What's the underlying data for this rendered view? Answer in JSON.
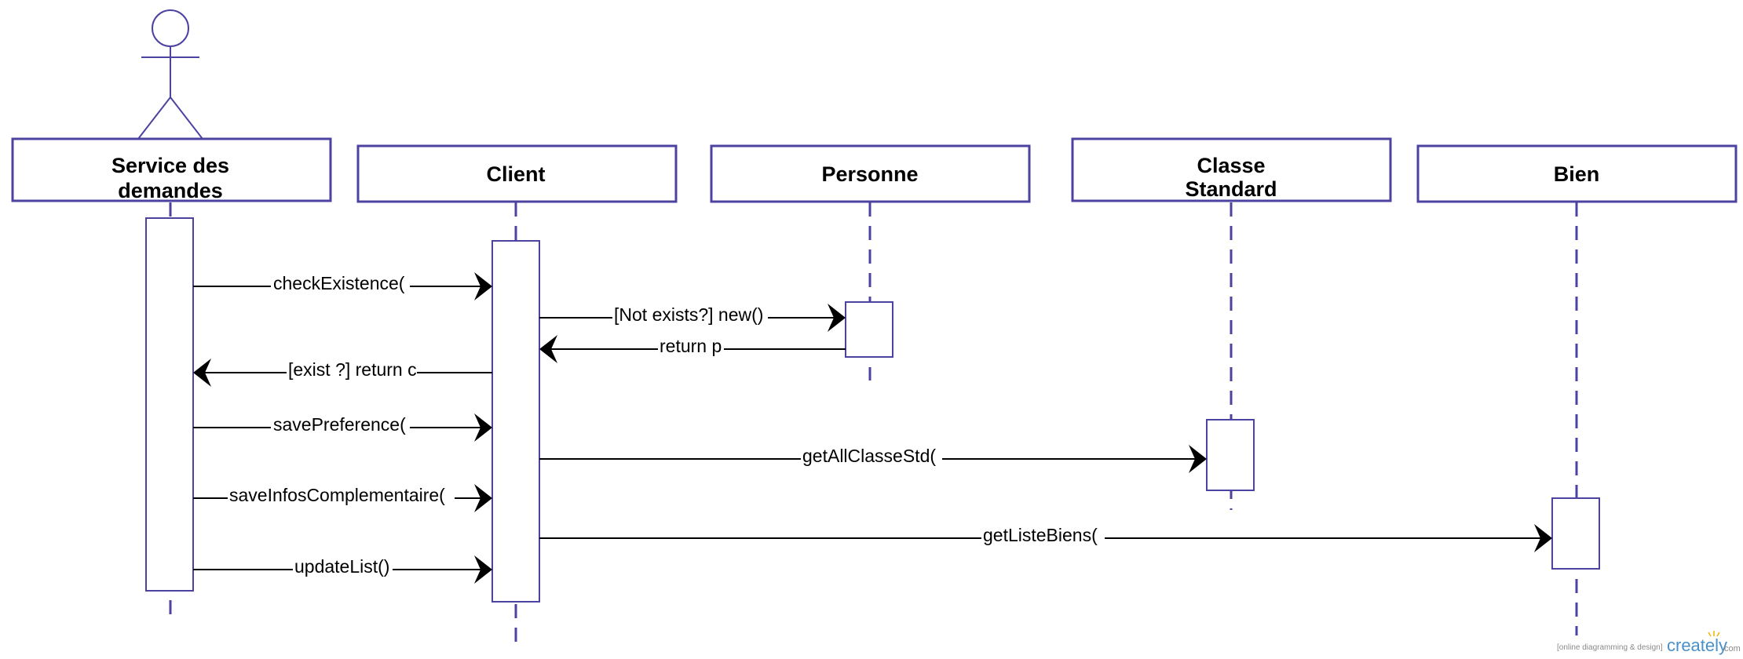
{
  "colors": {
    "stroke": "#4c43a0",
    "text": "#000000",
    "background": "#ffffff"
  },
  "actor": {
    "name": "stick-figure"
  },
  "lifelines": [
    {
      "id": "service",
      "lines": [
        "Service des",
        "demandes"
      ]
    },
    {
      "id": "client",
      "lines": [
        "Client"
      ]
    },
    {
      "id": "personne",
      "lines": [
        "Personne"
      ]
    },
    {
      "id": "classe",
      "lines": [
        "Classe",
        "Standard"
      ]
    },
    {
      "id": "bien",
      "lines": [
        "Bien"
      ]
    }
  ],
  "messages": [
    {
      "from": "service",
      "to": "client",
      "label": "checkExistence(",
      "kind": "call"
    },
    {
      "from": "client",
      "to": "personne",
      "label": "[Not exists?] new()",
      "kind": "call"
    },
    {
      "from": "personne",
      "to": "client",
      "label": "return p",
      "kind": "return"
    },
    {
      "from": "client",
      "to": "service",
      "label": "[exist ?] return c",
      "kind": "return"
    },
    {
      "from": "service",
      "to": "client",
      "label": "savePreference(",
      "kind": "call"
    },
    {
      "from": "client",
      "to": "classe",
      "label": "getAllClasseStd(",
      "kind": "call"
    },
    {
      "from": "service",
      "to": "client",
      "label": "saveInfosComplementaire(",
      "kind": "call"
    },
    {
      "from": "client",
      "to": "bien",
      "label": "getListeBiens(",
      "kind": "call"
    },
    {
      "from": "service",
      "to": "client",
      "label": "updateList()",
      "kind": "call"
    }
  ],
  "watermark": {
    "tagline": "[online diagramming & design]",
    "brand": "creately",
    "suffix": ".com"
  }
}
